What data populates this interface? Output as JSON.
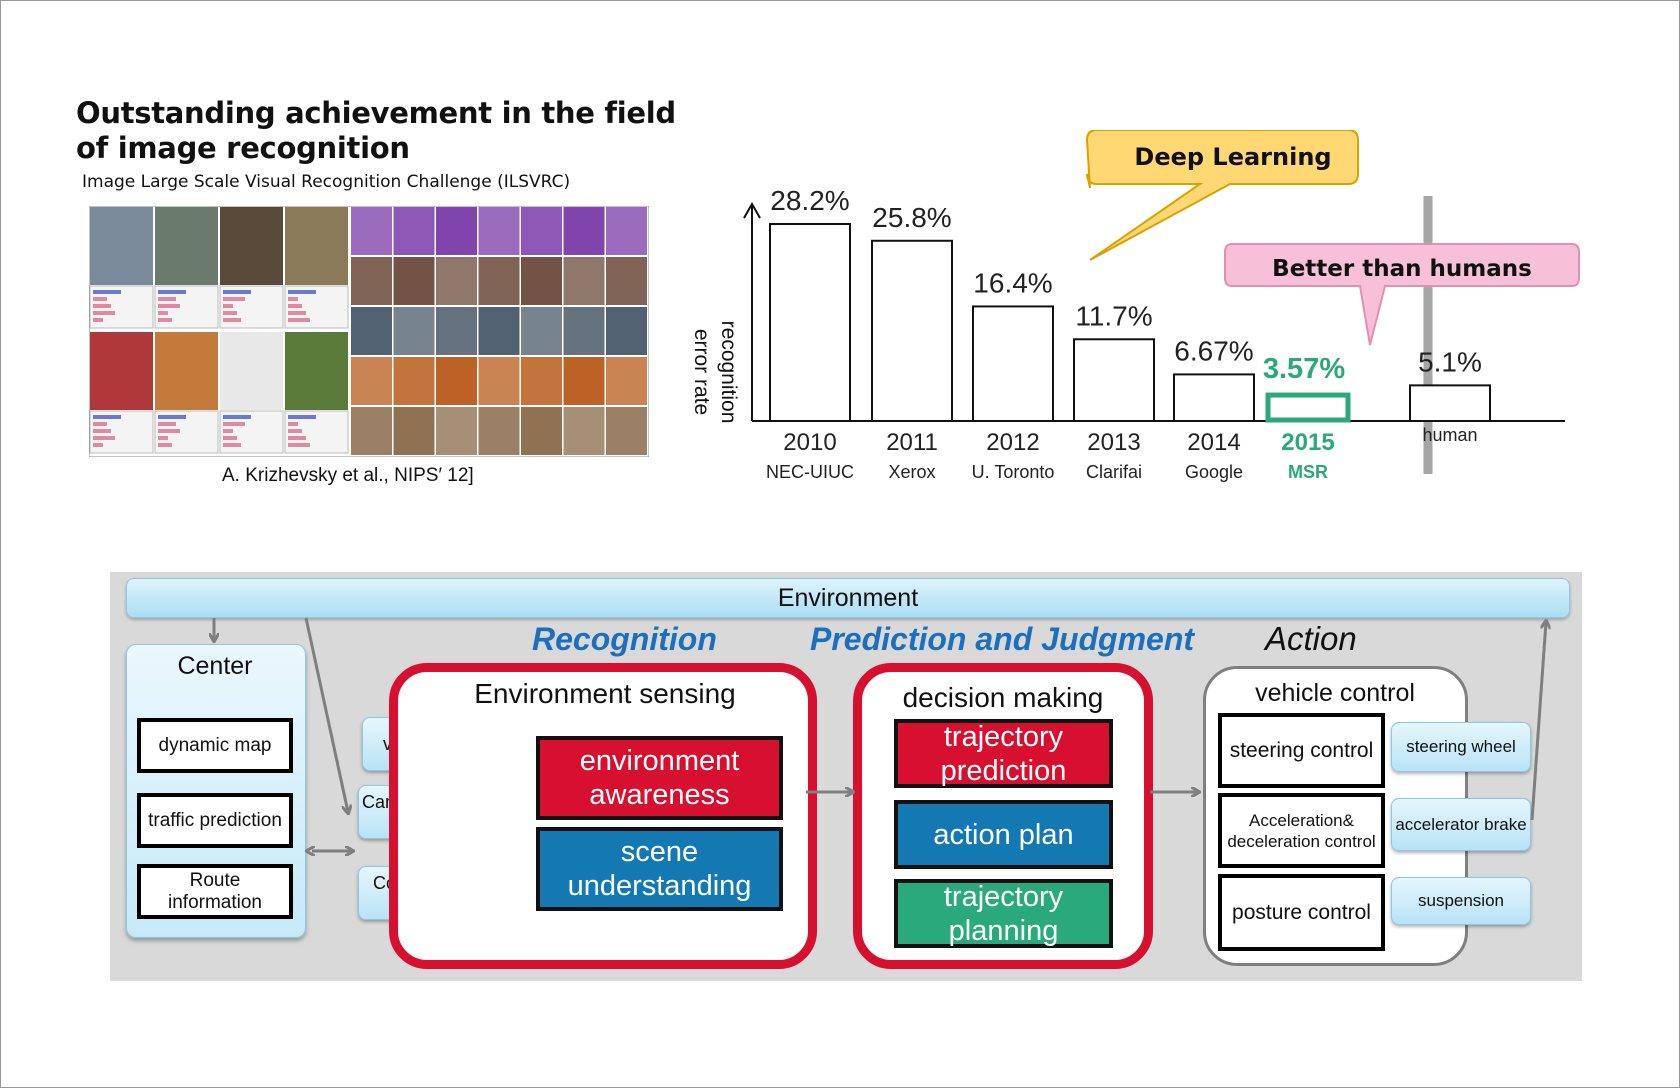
{
  "header": {
    "title": "Outstanding achievement in the field of image recognition",
    "subtitle": "Image Large Scale Visual Recognition Challenge (ILSVRC)",
    "citation": "A. Krizhevsky et al., NIPS′ 12]"
  },
  "colors": {
    "red": "#d7102f",
    "blue": "#1479b2",
    "green": "#2aa97c",
    "msr_green": "#2aa97c",
    "recognition_blue": "#1a6fbf",
    "deep_learning_callout": "#ffd873",
    "better_than_humans_callout": "#f8c0d8"
  },
  "chart_data": {
    "type": "bar",
    "ylabel": "recognition error rate",
    "categories": [
      "2010",
      "2011",
      "2012",
      "2013",
      "2014",
      "2015",
      "human"
    ],
    "teams": [
      "NEC-UIUC",
      "Xerox",
      "U. Toronto",
      "Clarifai",
      "Google",
      "MSR",
      ""
    ],
    "values": [
      28.2,
      25.8,
      16.4,
      11.7,
      6.67,
      3.57,
      5.1
    ],
    "value_labels": [
      "28.2%",
      "25.8%",
      "16.4%",
      "11.7%",
      "6.67%",
      "3.57%",
      "5.1%"
    ],
    "highlight_index": 5,
    "ylim": [
      0,
      30
    ],
    "annotations": [
      {
        "text": "Deep Learning",
        "points_to": "2012"
      },
      {
        "text": "Better than humans",
        "points_to": "2015"
      }
    ]
  },
  "diagram": {
    "environment": "Environment",
    "center": {
      "title": "Center",
      "items": [
        "dynamic map",
        "traffic prediction",
        "Route information"
      ]
    },
    "sensors": [
      "vehicle Sensor",
      "Camera / millimeter wave",
      "Communications Device"
    ],
    "sections": {
      "recognition": "Recognition",
      "prediction": "Prediction and Judgment",
      "action": "Action"
    },
    "sensing": {
      "title": "Environment  sensing",
      "items": [
        "environment awareness",
        "scene understanding"
      ]
    },
    "decision": {
      "title": "decision making",
      "items": [
        "trajectory prediction",
        "action plan",
        "trajectory planning"
      ]
    },
    "vehicle": {
      "title": "vehicle control",
      "controls": [
        "steering control",
        "Acceleration& deceleration control",
        "posture control"
      ],
      "actuators": [
        "steering wheel",
        "accelerator brake",
        "suspension"
      ]
    }
  }
}
